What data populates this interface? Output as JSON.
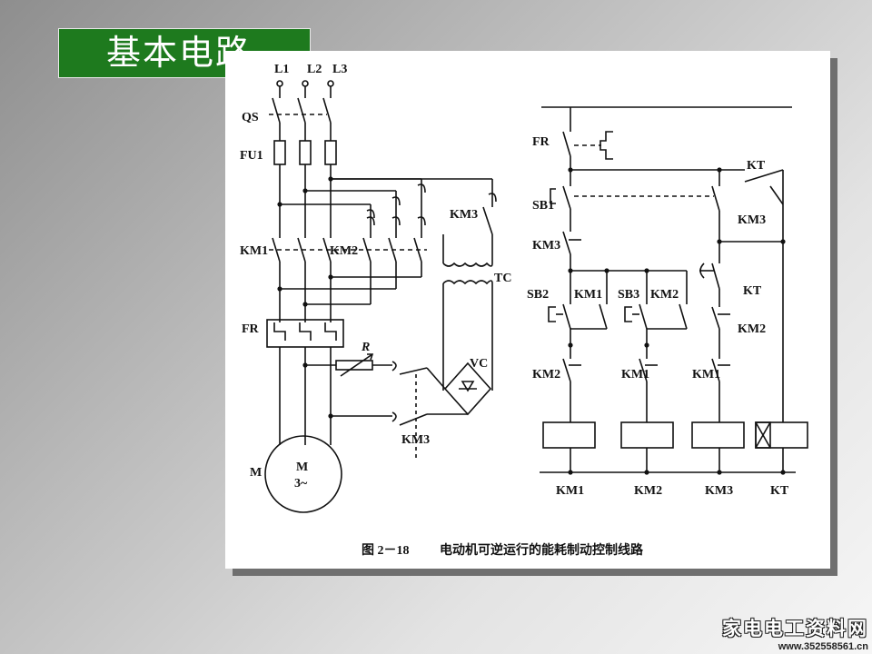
{
  "slide": {
    "title": "基本电路"
  },
  "figure": {
    "caption_number": "图 2－18",
    "caption_text": "电动机可逆运行的能耗制动控制线路"
  },
  "labels": {
    "L1": "L1",
    "L2": "L2",
    "L3": "L3",
    "QS": "QS",
    "FU1": "FU1",
    "KM1_main": "KM1",
    "KM2_main": "KM2",
    "KM3_main": "KM3",
    "FR_main": "FR",
    "R": "R",
    "TC": "TC",
    "VC": "VC",
    "KM3_dc": "KM3",
    "M": "M",
    "motor_line1": "M",
    "motor_line2": "3~",
    "FR_ctrl": "FR",
    "SB1": "SB1",
    "KM3_ctrl": "KM3",
    "KT_top": "KT",
    "KM3_right": "KM3",
    "SB2": "SB2",
    "KM1_aux": "KM1",
    "SB3": "SB3",
    "KM2_aux": "KM2",
    "KT_mid": "KT",
    "KM2_right": "KM2",
    "KM2_inter": "KM2",
    "KM1_inter": "KM1",
    "KM1_inter2": "KM1",
    "coil1": "KM1",
    "coil2": "KM2",
    "coil3": "KM3",
    "coil4": "KT"
  },
  "watermark": {
    "cn": "家电电工资料网",
    "url": "www.352558561.cn"
  }
}
